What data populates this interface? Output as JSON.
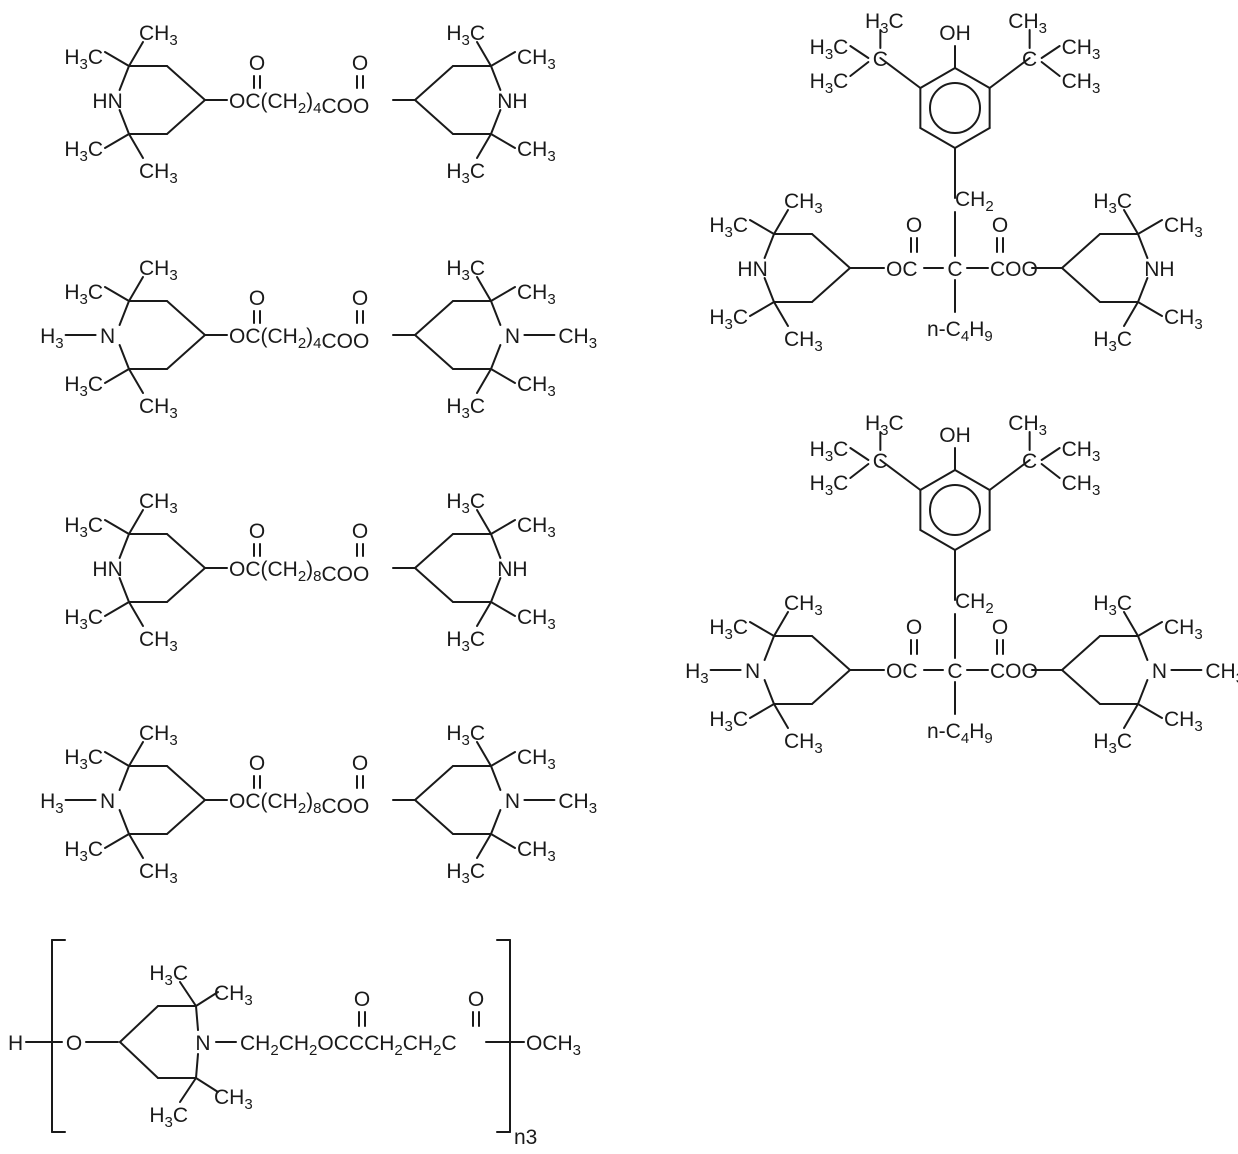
{
  "labels": {
    "ch3": "CH",
    "h3c": "H",
    "sub3": "3",
    "sub2": "2",
    "sub4": "4",
    "sub8": "8",
    "sub9": "9",
    "hn": "HN",
    "nh": "NH",
    "n": "N",
    "o": "O",
    "oh": "OH",
    "h": "H",
    "c": "C",
    "ch2": "CH",
    "ester_left": "OC",
    "ester_right": "CO",
    "chain_open": "(CH",
    "chain_close": ")",
    "h3c_n": "H",
    "n_ch3": "N",
    "dash": "—",
    "nbutyl": "n-C",
    "h_": "H",
    "polymer_chain": "CH",
    "polymer_chain2": "CH",
    "polymer_och3": "OCH",
    "n3": "n3"
  },
  "structures": [
    {
      "id": "bis-tmp-adipate",
      "chain_sub": "4",
      "n_sub": "H"
    },
    {
      "id": "bis-pmp-adipate",
      "chain_sub": "4",
      "n_sub": "CH3"
    },
    {
      "id": "bis-tmp-sebacate",
      "chain_sub": "8",
      "n_sub": "H"
    },
    {
      "id": "bis-pmp-sebacate",
      "chain_sub": "8",
      "n_sub": "CH3"
    },
    {
      "id": "polymer-succinate",
      "repeat": "n3"
    },
    {
      "id": "bis-tmp-butylmalonate-phenol",
      "n_sub": "H"
    },
    {
      "id": "bis-pmp-butylmalonate-phenol",
      "n_sub": "CH3"
    }
  ]
}
